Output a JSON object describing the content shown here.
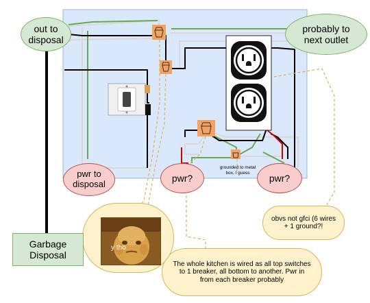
{
  "labels": {
    "out_to_disposal": "out to disposal",
    "probably_next_outlet": "probably to next outlet",
    "pwr_to_disposal": "pwr to disposal",
    "pwr_left": "pwr?",
    "pwr_right": "pwr?",
    "grounded_note": "grounded to metal box, I guess",
    "obvs_not_gfci": "obvs not gfci (6 wires + 1 ground?!",
    "kitchen_wiring_note": "The whole kitchen is wired as all top switches to 1 breaker, all bottom to another. Pwr in from each breaker probably",
    "garbage_disposal": "Garbage Disposal",
    "meme_caption": "y tho"
  },
  "colors": {
    "panel_fill": "#dae8fc",
    "panel_border": "#9db4cf",
    "wire_black": "#000000",
    "wire_white": "#d9d9d9",
    "wire_green": "#6aa84f",
    "wire_red": "#cc0000",
    "wire_nut": "#f5a15f",
    "annotation_line": "#d6b656"
  },
  "icons": [
    "light-switch-icon",
    "duplex-outlet-icon",
    "wire-nut-icon"
  ]
}
